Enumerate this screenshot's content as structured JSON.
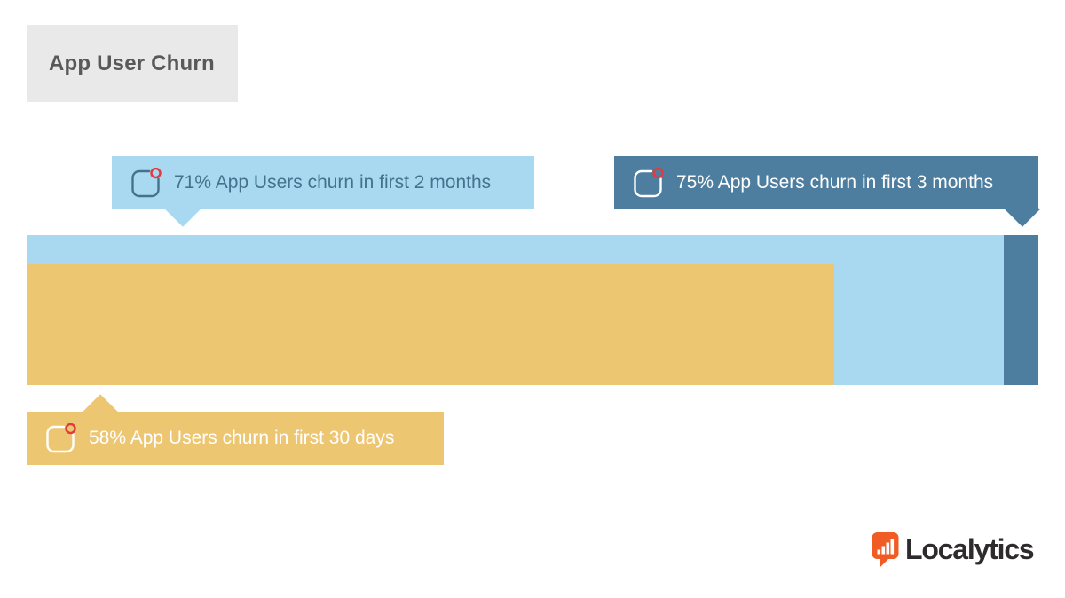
{
  "title": {
    "label": "App User Churn"
  },
  "chart_data": {
    "type": "bar",
    "orientation": "horizontal",
    "title": "App User Churn",
    "unit": "% of app users churned",
    "series": [
      {
        "name": "First 30 days",
        "value": 58,
        "label": "58% App Users churn in first 30 days",
        "color": "#EDC672"
      },
      {
        "name": "First 2 months",
        "value": 71,
        "label": "71% App Users churn in first 2 months",
        "color": "#A9D9F1"
      },
      {
        "name": "First 3 months",
        "value": 75,
        "label": "75% App Users churn in first 3 months",
        "color": "#4D7EA0"
      }
    ],
    "xlim": [
      0,
      75
    ],
    "grid": false,
    "legend": "none",
    "notes": "Stacked/overlaid horizontal bars: yellow segment = 58% (30 days), light blue full bar = 71% (2 months), dark blue cap at right end extends total to 75% (3 months). Callout bubbles point to each segment."
  },
  "callouts": {
    "two_months": {
      "text": "71% App Users churn in first 2 months"
    },
    "three_months": {
      "text": "75% App Users churn in first 3 months"
    },
    "thirty_days": {
      "text": "58% App Users churn in first 30 days"
    }
  },
  "icons": {
    "callout_icon": "app-notification-icon",
    "logo_mark": "bar-chart-speech-bubble-icon"
  },
  "logo": {
    "brand": "Localytics"
  },
  "colors": {
    "light_blue": "#A9D9F1",
    "dark_blue": "#4D7EA0",
    "yellow": "#EDC672",
    "callout_text_blue": "#46718D",
    "white": "#FFFFFF",
    "badge_red": "#E23B3F",
    "title_bg": "#E9E9EA",
    "title_text": "#58595B",
    "logo_orange": "#F05C23",
    "logo_text": "#2D2B2B"
  }
}
